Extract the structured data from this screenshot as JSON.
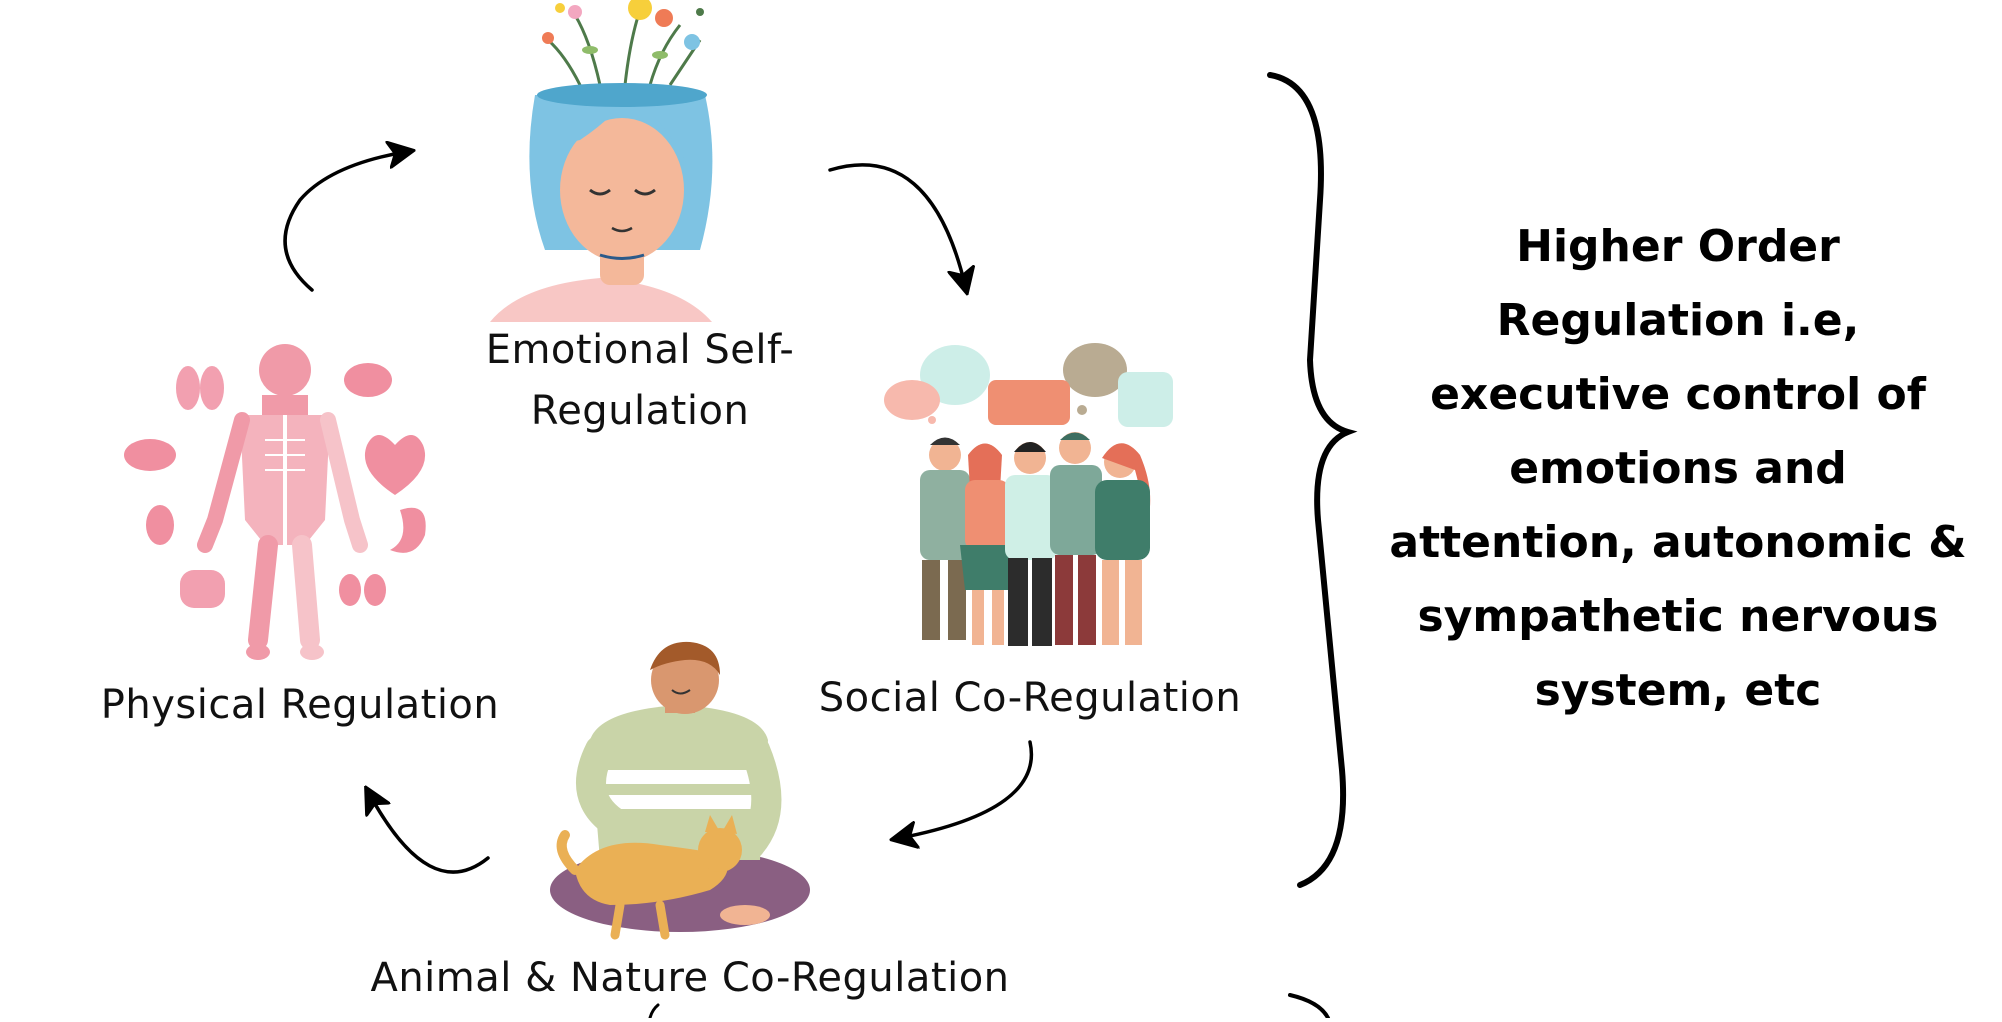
{
  "nodes": {
    "emotional": {
      "line1": "Emotional Self-",
      "line2": "Regulation",
      "icon": "woman-head-with-flowers-illustration"
    },
    "social": {
      "label": "Social Co-Regulation",
      "icon": "group-of-people-talking-illustration"
    },
    "animal": {
      "label": "Animal & Nature Co-Regulation",
      "icon": "man-petting-cat-illustration"
    },
    "physical": {
      "label": "Physical Regulation",
      "icon": "human-anatomy-organs-illustration"
    }
  },
  "higher_order": {
    "lines": [
      "Higher Order",
      "Regulation i.e,",
      "executive control of",
      "emotions and",
      "attention, autonomic &",
      "sympathetic nervous",
      "system, etc"
    ]
  },
  "colors": {
    "hair": "#7ec3e3",
    "skin": "#f4b89a",
    "shirt_green": "#c9d4a8",
    "pants_purple": "#8a5f82",
    "cat_orange": "#eab055",
    "bubble_teal": "#cdeee8",
    "bubble_orange": "#ef8f72",
    "organ_pink": "#f09aa8",
    "text": "#111111"
  }
}
